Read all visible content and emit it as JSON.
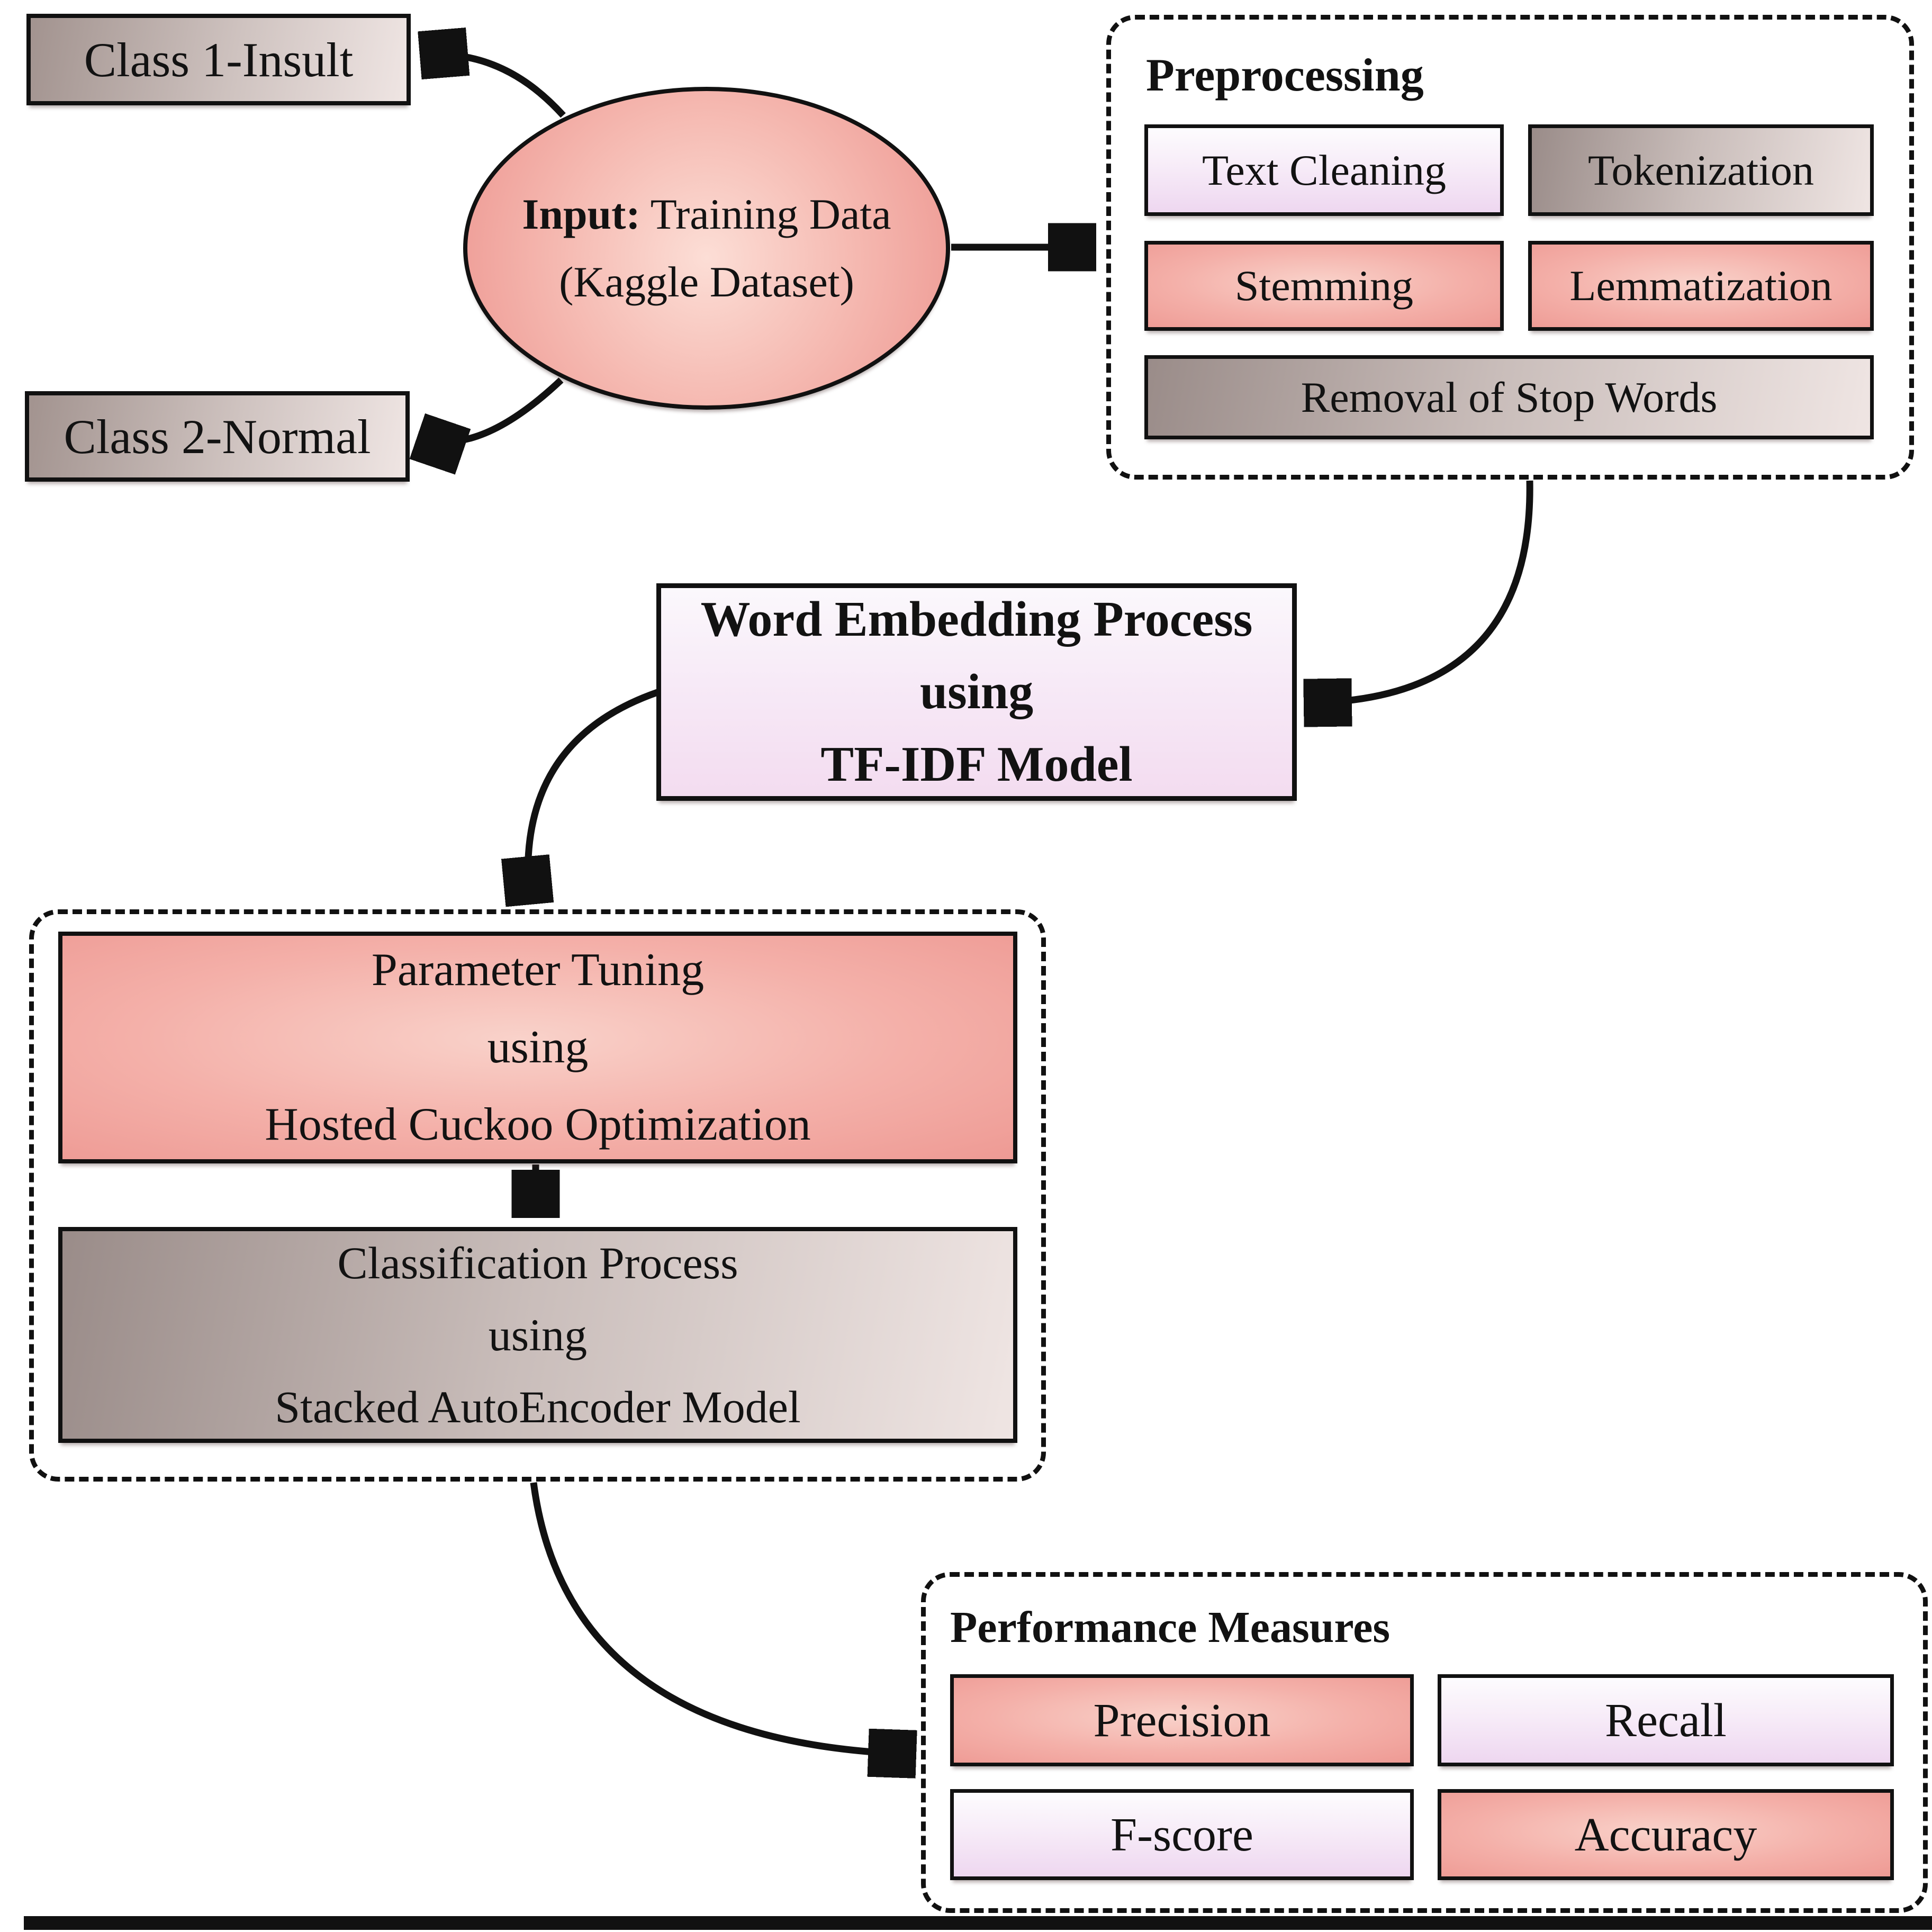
{
  "diagram": {
    "classes": {
      "class1": "Class 1-Insult",
      "class2": "Class 2-Normal"
    },
    "input_ellipse": {
      "bold": "Input:",
      "line1_rest": " Training Data",
      "line2": "(Kaggle Dataset)"
    },
    "preprocessing": {
      "title": "Preprocessing",
      "items": [
        "Text Cleaning",
        "Tokenization",
        "Stemming",
        "Lemmatization",
        "Removal of Stop Words"
      ]
    },
    "word_embedding": {
      "line1": "Word Embedding Process",
      "line2": "using",
      "line3": "TF-IDF Model"
    },
    "parameter_tuning": {
      "line1": "Parameter Tuning",
      "line2": "using",
      "line3": "Hosted Cuckoo Optimization"
    },
    "classification": {
      "line1": "Classification Process",
      "line2": "using",
      "line3": "Stacked AutoEncoder Model"
    },
    "performance": {
      "title": "Performance Measures",
      "items": [
        "Precision",
        "Recall",
        "F-score",
        "Accuracy"
      ]
    },
    "colors": {
      "salmon_edge": "#ee9a94",
      "salmon_center": "#f9d2ca",
      "lavender_top": "#fdfcfe",
      "lavender_bottom": "#eed7f0",
      "we_bottom": "#f3dcf0",
      "taupe_dark": "#9a8c89",
      "taupe_light": "#efe5e3",
      "class_dark": "#a2938f",
      "line": "#111111"
    }
  }
}
